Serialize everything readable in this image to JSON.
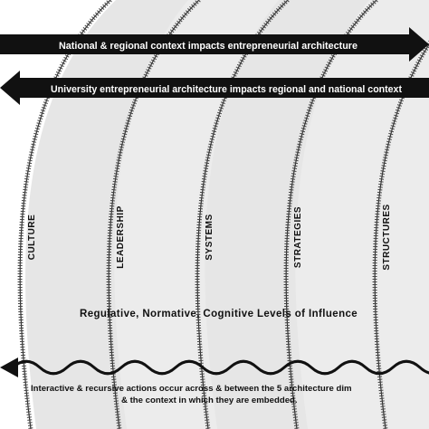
{
  "arrows": {
    "top_label": "National & regional context impacts entrepreneurial architecture",
    "second_label": "University entrepreneurial architecture impacts regional and national context"
  },
  "dimensions": [
    "CULTURE",
    "LEADERSHIP",
    "SYSTEMS",
    "STRATEGIES",
    "STRUCTURES"
  ],
  "influence_label": "Regulative, Normative, Cognitive Levels of Influence",
  "bottom_note": {
    "line1": "Interactive & recursive actions occur across & between the 5 architecture dim",
    "line2": "& the context in which they are embedded."
  },
  "colors": {
    "band_fill": "#e6e6e6",
    "arrow_fill": "#111111",
    "arc_stroke": "#333333"
  }
}
